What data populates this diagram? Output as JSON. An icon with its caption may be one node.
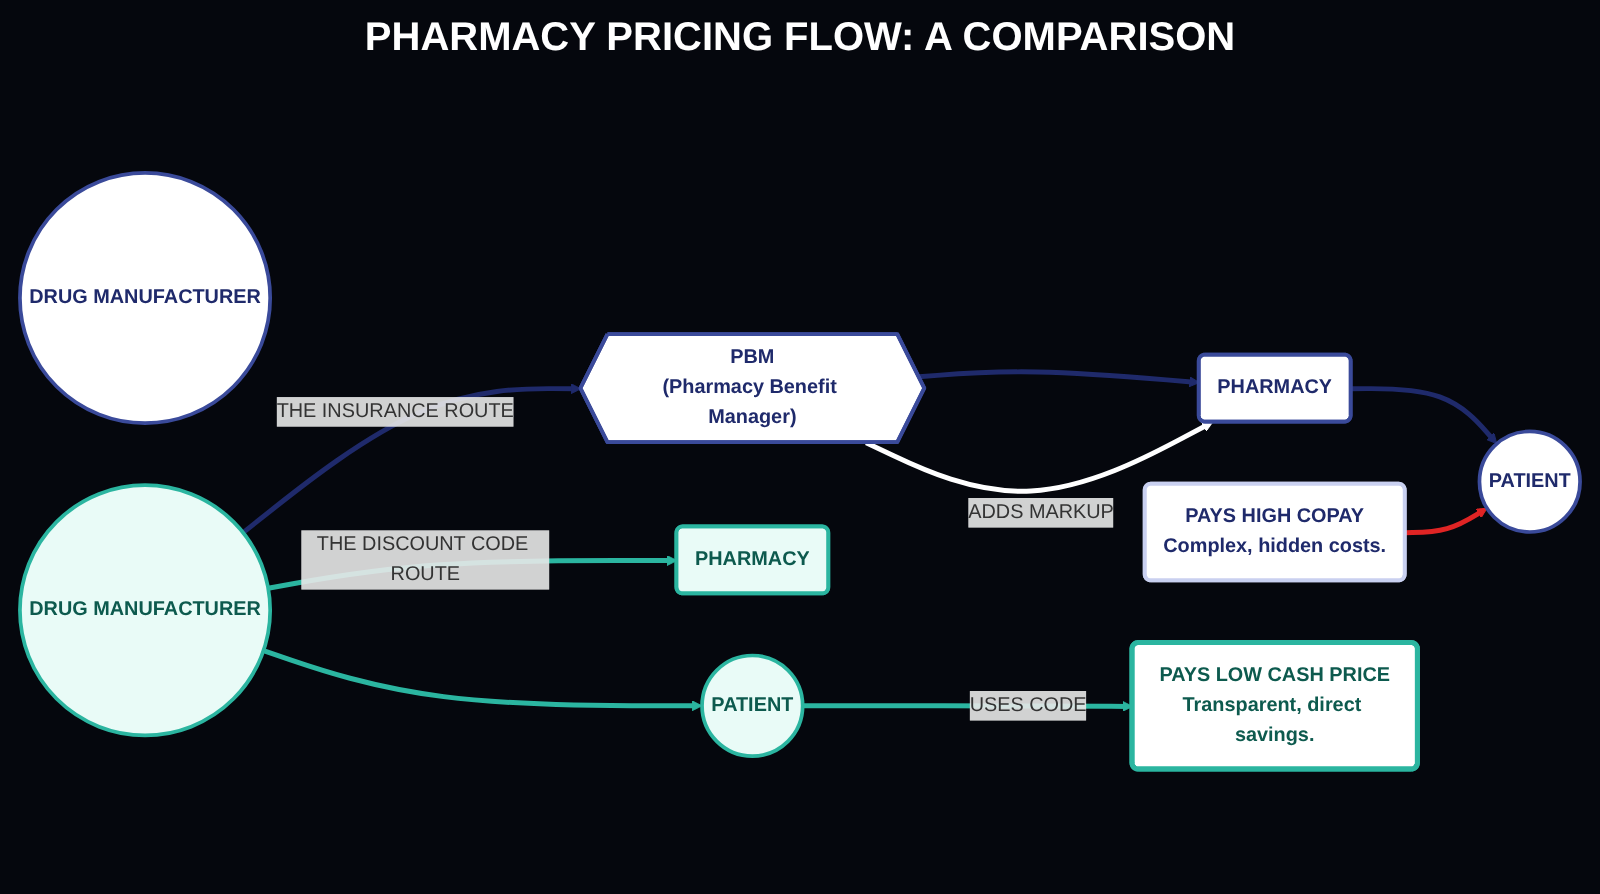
{
  "diagram": {
    "title": "PHARMACY PRICING FLOW: A COMPARISON",
    "nodes": [
      {
        "text": [
          "DRUG MANUFACTURER"
        ]
      },
      {
        "text": [
          "PBM",
          "(Pharmacy Benefit Manager)"
        ]
      },
      {
        "text": [
          "PHARMACY"
        ]
      },
      {
        "text": [
          "PATIENT"
        ]
      },
      {
        "text": [
          "PAYS HIGH COPAY",
          "Complex, hidden costs."
        ]
      },
      {
        "text": [
          "DRUG MANUFACTURER"
        ]
      },
      {
        "text": [
          "PHARMACY"
        ]
      },
      {
        "text": [
          "PATIENT"
        ]
      },
      {
        "text": [
          "PAYS LOW CASH PRICE",
          "Transparent, direct savings."
        ]
      }
    ],
    "edges": [
      {
        "from": 5,
        "to": 1,
        "arrow": "to",
        "label": "THE INSURANCE ROUTE",
        "color": "#1f2a6b"
      },
      {
        "from": 1,
        "to": 2,
        "arrow": "to",
        "color": "#1f2a6b"
      },
      {
        "from": 1,
        "to": 2,
        "arrow": "to",
        "label": "ADDS MARKUP",
        "color": "#ffffff"
      },
      {
        "from": 2,
        "to": 3,
        "arrow": "to",
        "color": "#1f2a6b"
      },
      {
        "from": 4,
        "to": 3,
        "arrow": "to",
        "color": "#e02424"
      },
      {
        "from": 5,
        "to": 6,
        "arrow": "to",
        "label": "THE DISCOUNT CODE ROUTE",
        "color": "#2bb5a0"
      },
      {
        "from": 5,
        "to": 7,
        "arrow": "to",
        "color": "#2bb5a0"
      },
      {
        "from": 7,
        "to": 8,
        "arrow": "to",
        "label": "USES CODE",
        "color": "#2bb5a0"
      }
    ]
  }
}
